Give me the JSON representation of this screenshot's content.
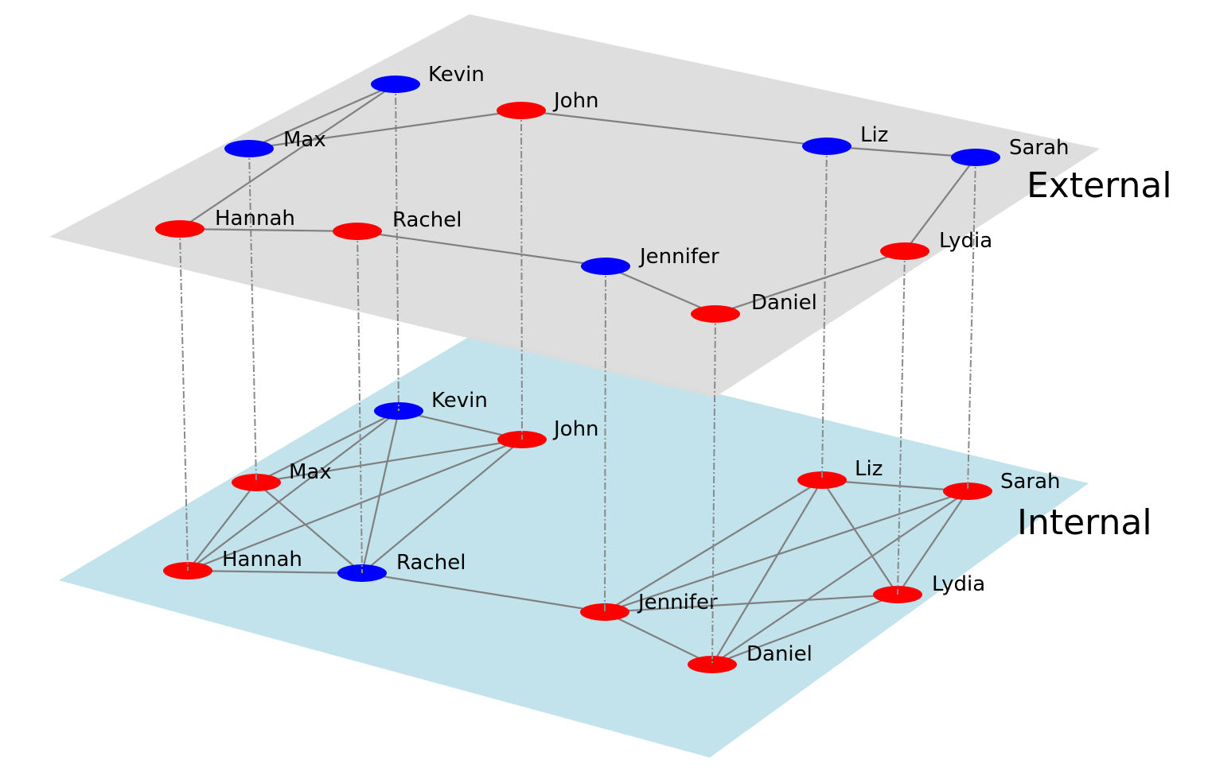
{
  "colors": {
    "external_plane": "#dcdcdc",
    "internal_plane": "#add8e6",
    "edge": "#808080",
    "interlayer_edge": "#8a8a8a",
    "red": "#ff0000",
    "blue": "#0000ff"
  },
  "layers": [
    {
      "id": "external",
      "label": "External",
      "nodes": [
        {
          "id": "Kevin",
          "label": "Kevin",
          "color": "blue"
        },
        {
          "id": "John",
          "label": "John",
          "color": "red"
        },
        {
          "id": "Max",
          "label": "Max",
          "color": "blue"
        },
        {
          "id": "Liz",
          "label": "Liz",
          "color": "blue"
        },
        {
          "id": "Sarah",
          "label": "Sarah",
          "color": "blue"
        },
        {
          "id": "Hannah",
          "label": "Hannah",
          "color": "red"
        },
        {
          "id": "Rachel",
          "label": "Rachel",
          "color": "red"
        },
        {
          "id": "Lydia",
          "label": "Lydia",
          "color": "red"
        },
        {
          "id": "Jennifer",
          "label": "Jennifer",
          "color": "blue"
        },
        {
          "id": "Daniel",
          "label": "Daniel",
          "color": "red"
        }
      ],
      "edges": [
        [
          "Kevin",
          "Max"
        ],
        [
          "Kevin",
          "Hannah"
        ],
        [
          "Max",
          "John"
        ],
        [
          "John",
          "Liz"
        ],
        [
          "Liz",
          "Sarah"
        ],
        [
          "Sarah",
          "Lydia"
        ],
        [
          "Lydia",
          "Daniel"
        ],
        [
          "Daniel",
          "Jennifer"
        ],
        [
          "Jennifer",
          "Rachel"
        ],
        [
          "Rachel",
          "Hannah"
        ]
      ]
    },
    {
      "id": "internal",
      "label": "Internal",
      "nodes": [
        {
          "id": "Kevin",
          "label": "Kevin",
          "color": "blue"
        },
        {
          "id": "John",
          "label": "John",
          "color": "red"
        },
        {
          "id": "Max",
          "label": "Max",
          "color": "red"
        },
        {
          "id": "Liz",
          "label": "Liz",
          "color": "red"
        },
        {
          "id": "Sarah",
          "label": "Sarah",
          "color": "red"
        },
        {
          "id": "Hannah",
          "label": "Hannah",
          "color": "red"
        },
        {
          "id": "Rachel",
          "label": "Rachel",
          "color": "blue"
        },
        {
          "id": "Lydia",
          "label": "Lydia",
          "color": "red"
        },
        {
          "id": "Jennifer",
          "label": "Jennifer",
          "color": "red"
        },
        {
          "id": "Daniel",
          "label": "Daniel",
          "color": "red"
        }
      ],
      "edges": [
        [
          "Kevin",
          "John"
        ],
        [
          "Kevin",
          "Max"
        ],
        [
          "Kevin",
          "Hannah"
        ],
        [
          "Kevin",
          "Rachel"
        ],
        [
          "John",
          "Max"
        ],
        [
          "John",
          "Hannah"
        ],
        [
          "John",
          "Rachel"
        ],
        [
          "Max",
          "Hannah"
        ],
        [
          "Max",
          "Rachel"
        ],
        [
          "Hannah",
          "Rachel"
        ],
        [
          "Rachel",
          "Jennifer"
        ],
        [
          "Jennifer",
          "Daniel"
        ],
        [
          "Jennifer",
          "Liz"
        ],
        [
          "Jennifer",
          "Sarah"
        ],
        [
          "Jennifer",
          "Lydia"
        ],
        [
          "Daniel",
          "Liz"
        ],
        [
          "Daniel",
          "Sarah"
        ],
        [
          "Daniel",
          "Lydia"
        ],
        [
          "Liz",
          "Sarah"
        ],
        [
          "Liz",
          "Lydia"
        ],
        [
          "Sarah",
          "Lydia"
        ]
      ]
    }
  ]
}
